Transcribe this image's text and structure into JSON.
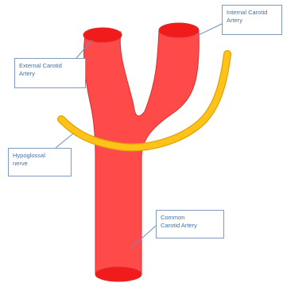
{
  "labels": {
    "external_carotid": {
      "line1": "External Carotid",
      "line2": "Artery"
    },
    "internal_carotid": {
      "line1": "Internal Carotid",
      "line2": "Artery"
    },
    "hypoglossal": {
      "line1": "Hypoglossal",
      "line2": "nerve"
    },
    "common_carotid": {
      "line1": "Common",
      "line2": "Carotid Artery"
    }
  },
  "colors": {
    "artery": "#ff4a4a",
    "artery_edge": "#d92e2e",
    "artery_lumen": "#f21b1b",
    "nerve": "#ffc21a",
    "nerve_edge": "#e0a300",
    "label_border": "#7f9cbf",
    "label_text": "#4a6fa0",
    "leader": "#6f8fba"
  }
}
